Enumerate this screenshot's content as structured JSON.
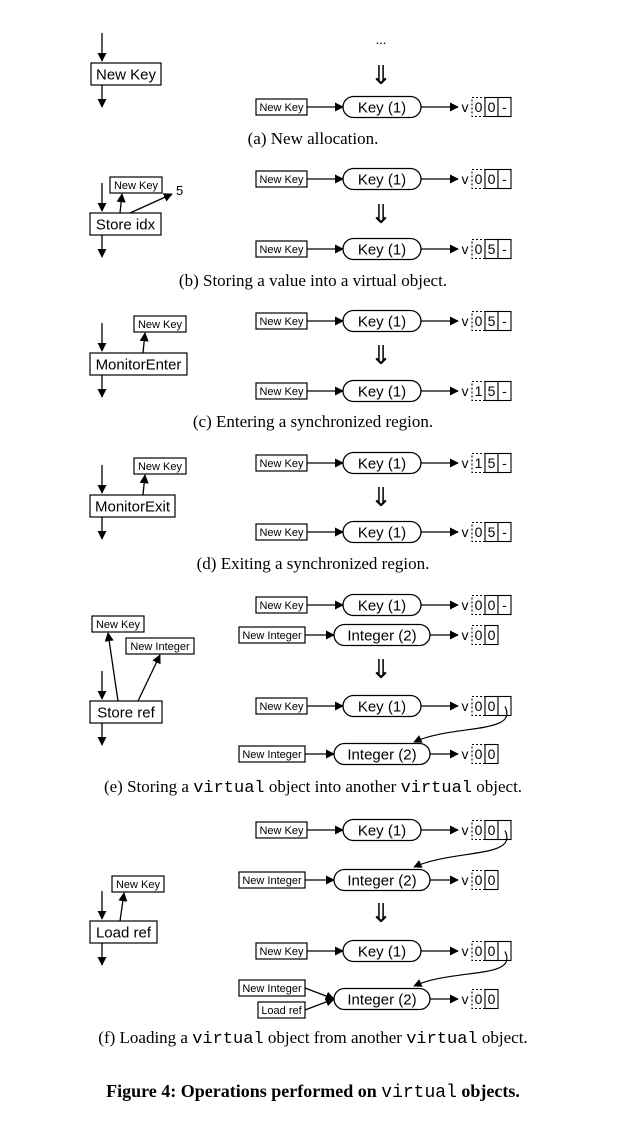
{
  "ellipsis": "...",
  "transition_symbol": "⇓",
  "panels": [
    {
      "caption": "(a) New allocation.",
      "op": {
        "label": "New Key"
      },
      "before": null,
      "after": {
        "rows": [
          {
            "input": "New Key",
            "node": "Key (1)",
            "v": "v",
            "cells": [
              "0",
              "0",
              "-"
            ]
          }
        ]
      }
    },
    {
      "caption": "(b) Storing a value into a virtual object.",
      "op": {
        "label": "Store idx",
        "inputs": [
          "New Key",
          "5"
        ]
      },
      "before": {
        "rows": [
          {
            "input": "New Key",
            "node": "Key (1)",
            "v": "v",
            "cells": [
              "0",
              "0",
              "-"
            ]
          }
        ]
      },
      "after": {
        "rows": [
          {
            "input": "New Key",
            "node": "Key (1)",
            "v": "v",
            "cells": [
              "0",
              "5",
              "-"
            ]
          }
        ]
      }
    },
    {
      "caption": "(c) Entering a synchronized region.",
      "op": {
        "label": "MonitorEnter",
        "inputs": [
          "New Key"
        ]
      },
      "before": {
        "rows": [
          {
            "input": "New Key",
            "node": "Key (1)",
            "v": "v",
            "cells": [
              "0",
              "5",
              "-"
            ]
          }
        ]
      },
      "after": {
        "rows": [
          {
            "input": "New Key",
            "node": "Key (1)",
            "v": "v",
            "cells": [
              "1",
              "5",
              "-"
            ]
          }
        ]
      }
    },
    {
      "caption": "(d) Exiting a synchronized region.",
      "op": {
        "label": "MonitorExit",
        "inputs": [
          "New Key"
        ]
      },
      "before": {
        "rows": [
          {
            "input": "New Key",
            "node": "Key (1)",
            "v": "v",
            "cells": [
              "1",
              "5",
              "-"
            ]
          }
        ]
      },
      "after": {
        "rows": [
          {
            "input": "New Key",
            "node": "Key (1)",
            "v": "v",
            "cells": [
              "0",
              "5",
              "-"
            ]
          }
        ]
      }
    },
    {
      "caption_parts": [
        "(e) Storing a ",
        "virtual",
        " object into another ",
        "virtual",
        " object."
      ],
      "op": {
        "label": "Store ref",
        "inputs": [
          "New Key",
          "New Integer"
        ]
      },
      "before": {
        "rows": [
          {
            "input": "New Key",
            "node": "Key (1)",
            "v": "v",
            "cells": [
              "0",
              "0",
              "-"
            ]
          },
          {
            "input": "New Integer",
            "node": "Integer (2)",
            "v": "v",
            "cells": [
              "0",
              "0"
            ]
          }
        ]
      },
      "after": {
        "rows": [
          {
            "input": "New Key",
            "node": "Key (1)",
            "v": "v",
            "cells": [
              "0",
              "0",
              ""
            ]
          },
          {
            "input": "New Integer",
            "node": "Integer (2)",
            "v": "v",
            "cells": [
              "0",
              "0"
            ]
          }
        ]
      }
    },
    {
      "caption_parts": [
        "(f) Loading a ",
        "virtual",
        " object from another ",
        "virtual",
        " object."
      ],
      "op": {
        "label": "Load ref",
        "inputs": [
          "New Key"
        ]
      },
      "before": {
        "rows": [
          {
            "input": "New Key",
            "node": "Key (1)",
            "v": "v",
            "cells": [
              "0",
              "0",
              ""
            ]
          },
          {
            "input": "New Integer",
            "node": "Integer (2)",
            "v": "v",
            "cells": [
              "0",
              "0"
            ]
          }
        ]
      },
      "after": {
        "rows": [
          {
            "input": "New Key",
            "node": "Key (1)",
            "v": "v",
            "cells": [
              "0",
              "0",
              ""
            ]
          },
          {
            "inputs": [
              "New Integer",
              "Load ref"
            ],
            "node": "Integer (2)",
            "v": "v",
            "cells": [
              "0",
              "0"
            ]
          }
        ]
      }
    }
  ],
  "figure_caption": {
    "prefix": "Figure 4: Operations performed on ",
    "code": "virtual",
    "suffix": " objects."
  }
}
